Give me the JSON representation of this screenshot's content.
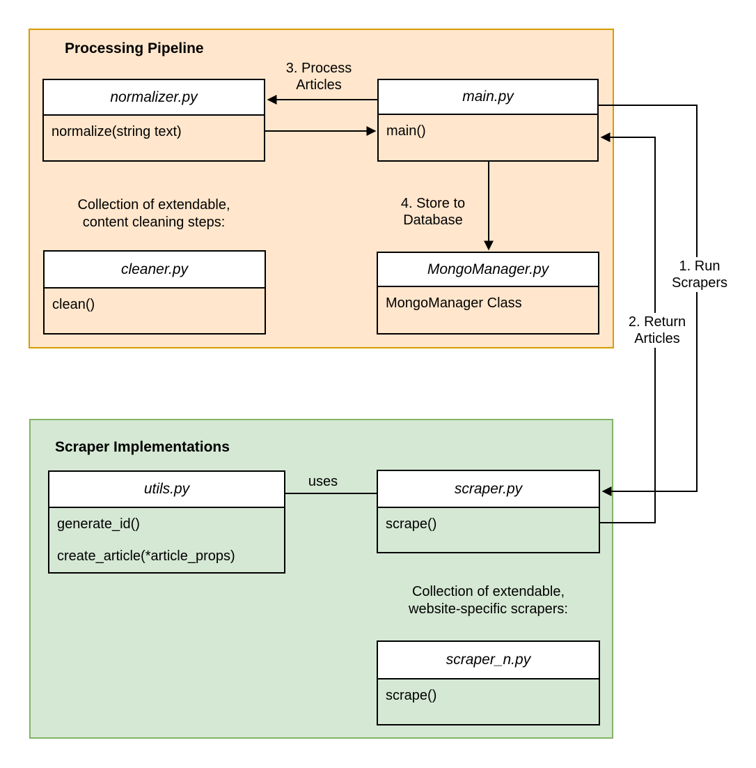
{
  "diagram": {
    "pipeline": {
      "title": "Processing Pipeline",
      "normalizer": {
        "title": "normalizer.py",
        "method": "normalize(string text)"
      },
      "main": {
        "title": "main.py",
        "method": "main()"
      },
      "cleaner": {
        "title": "cleaner.py",
        "method": "clean()"
      },
      "mongo": {
        "title": "MongoManager.py",
        "method": "MongoManager Class"
      },
      "note_line1": "Collection of extendable,",
      "note_line2": "content cleaning steps:"
    },
    "scrapers": {
      "title": "Scraper Implementations",
      "utils": {
        "title": "utils.py",
        "method1": "generate_id()",
        "method2": "create_article(*article_props)"
      },
      "scraper": {
        "title": "scraper.py",
        "method": "scrape()"
      },
      "scraper_n": {
        "title": "scraper_n.py",
        "method": "scrape()"
      },
      "note_line1": "Collection of extendable,",
      "note_line2": "website-specific scrapers:"
    },
    "edges": {
      "run_scrapers_1": "1. Run",
      "run_scrapers_2": "Scrapers",
      "return_articles_1": "2. Return",
      "return_articles_2": "Articles",
      "process_articles_1": "3. Process",
      "process_articles_2": "Articles",
      "store_db_1": "4. Store to",
      "store_db_2": "Database",
      "uses": "uses"
    },
    "colors": {
      "pipeline_fill": "#FFE6CC",
      "pipeline_stroke": "#D79B00",
      "scrapers_fill": "#D5E8D4",
      "scrapers_stroke": "#82B366",
      "box_stroke": "#000000",
      "box_header_fill": "#FFFFFF",
      "edge_color": "#000000"
    }
  }
}
